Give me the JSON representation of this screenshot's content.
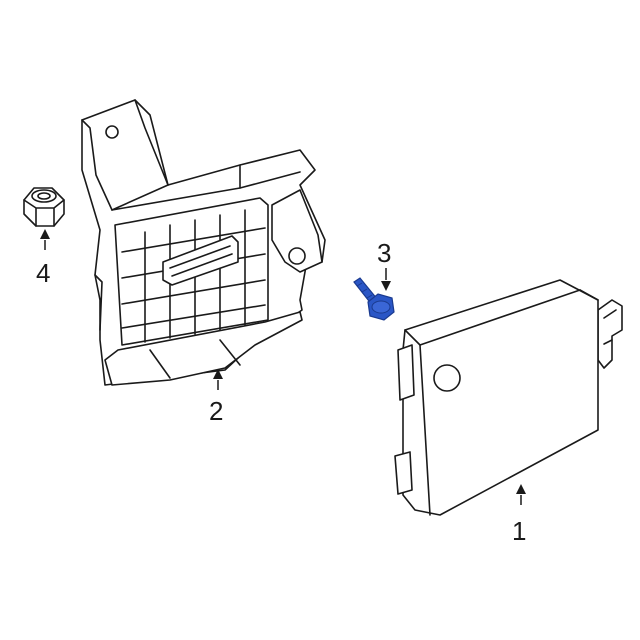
{
  "callouts": [
    {
      "id": "1",
      "label": "1"
    },
    {
      "id": "2",
      "label": "2"
    },
    {
      "id": "3",
      "label": "3"
    },
    {
      "id": "4",
      "label": "4"
    }
  ],
  "colors": {
    "line": "#1a1a1a",
    "highlight": "#2a56c6",
    "highlight_dark": "#1a3a8f",
    "background": "#ffffff"
  },
  "highlighted_part": "3"
}
